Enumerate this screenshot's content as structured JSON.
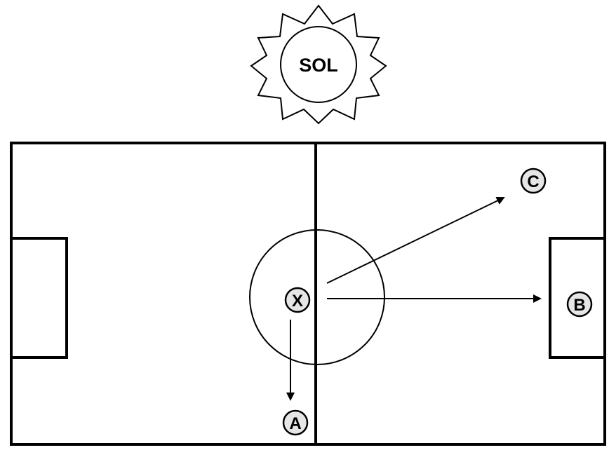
{
  "sun": {
    "label": "SOL"
  },
  "markers": {
    "x": "X",
    "a": "A",
    "b": "B",
    "c": "C"
  },
  "colors": {
    "line": "#000000",
    "marker_fill": "#e6e6e6",
    "background": "#ffffff"
  }
}
